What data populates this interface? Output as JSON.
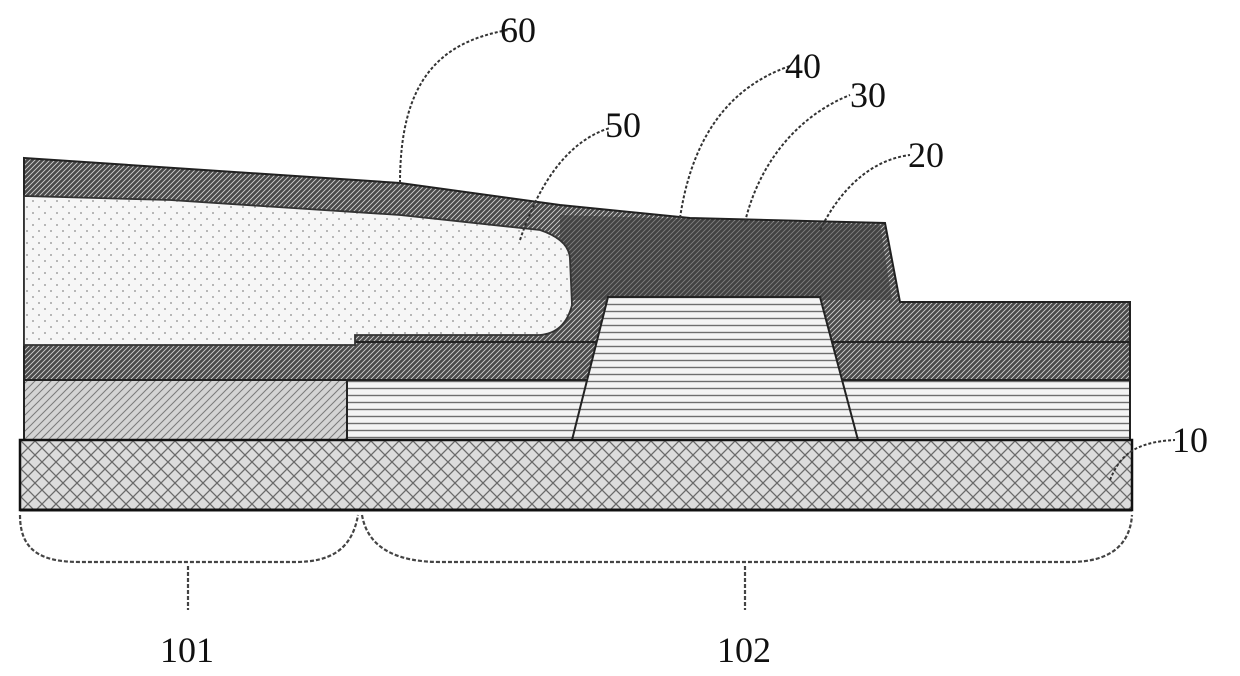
{
  "figure": {
    "labels": {
      "l60": "60",
      "l50": "50",
      "l40": "40",
      "l30": "30",
      "l20": "20",
      "l10": "10",
      "l101": "101",
      "l102": "102"
    }
  }
}
